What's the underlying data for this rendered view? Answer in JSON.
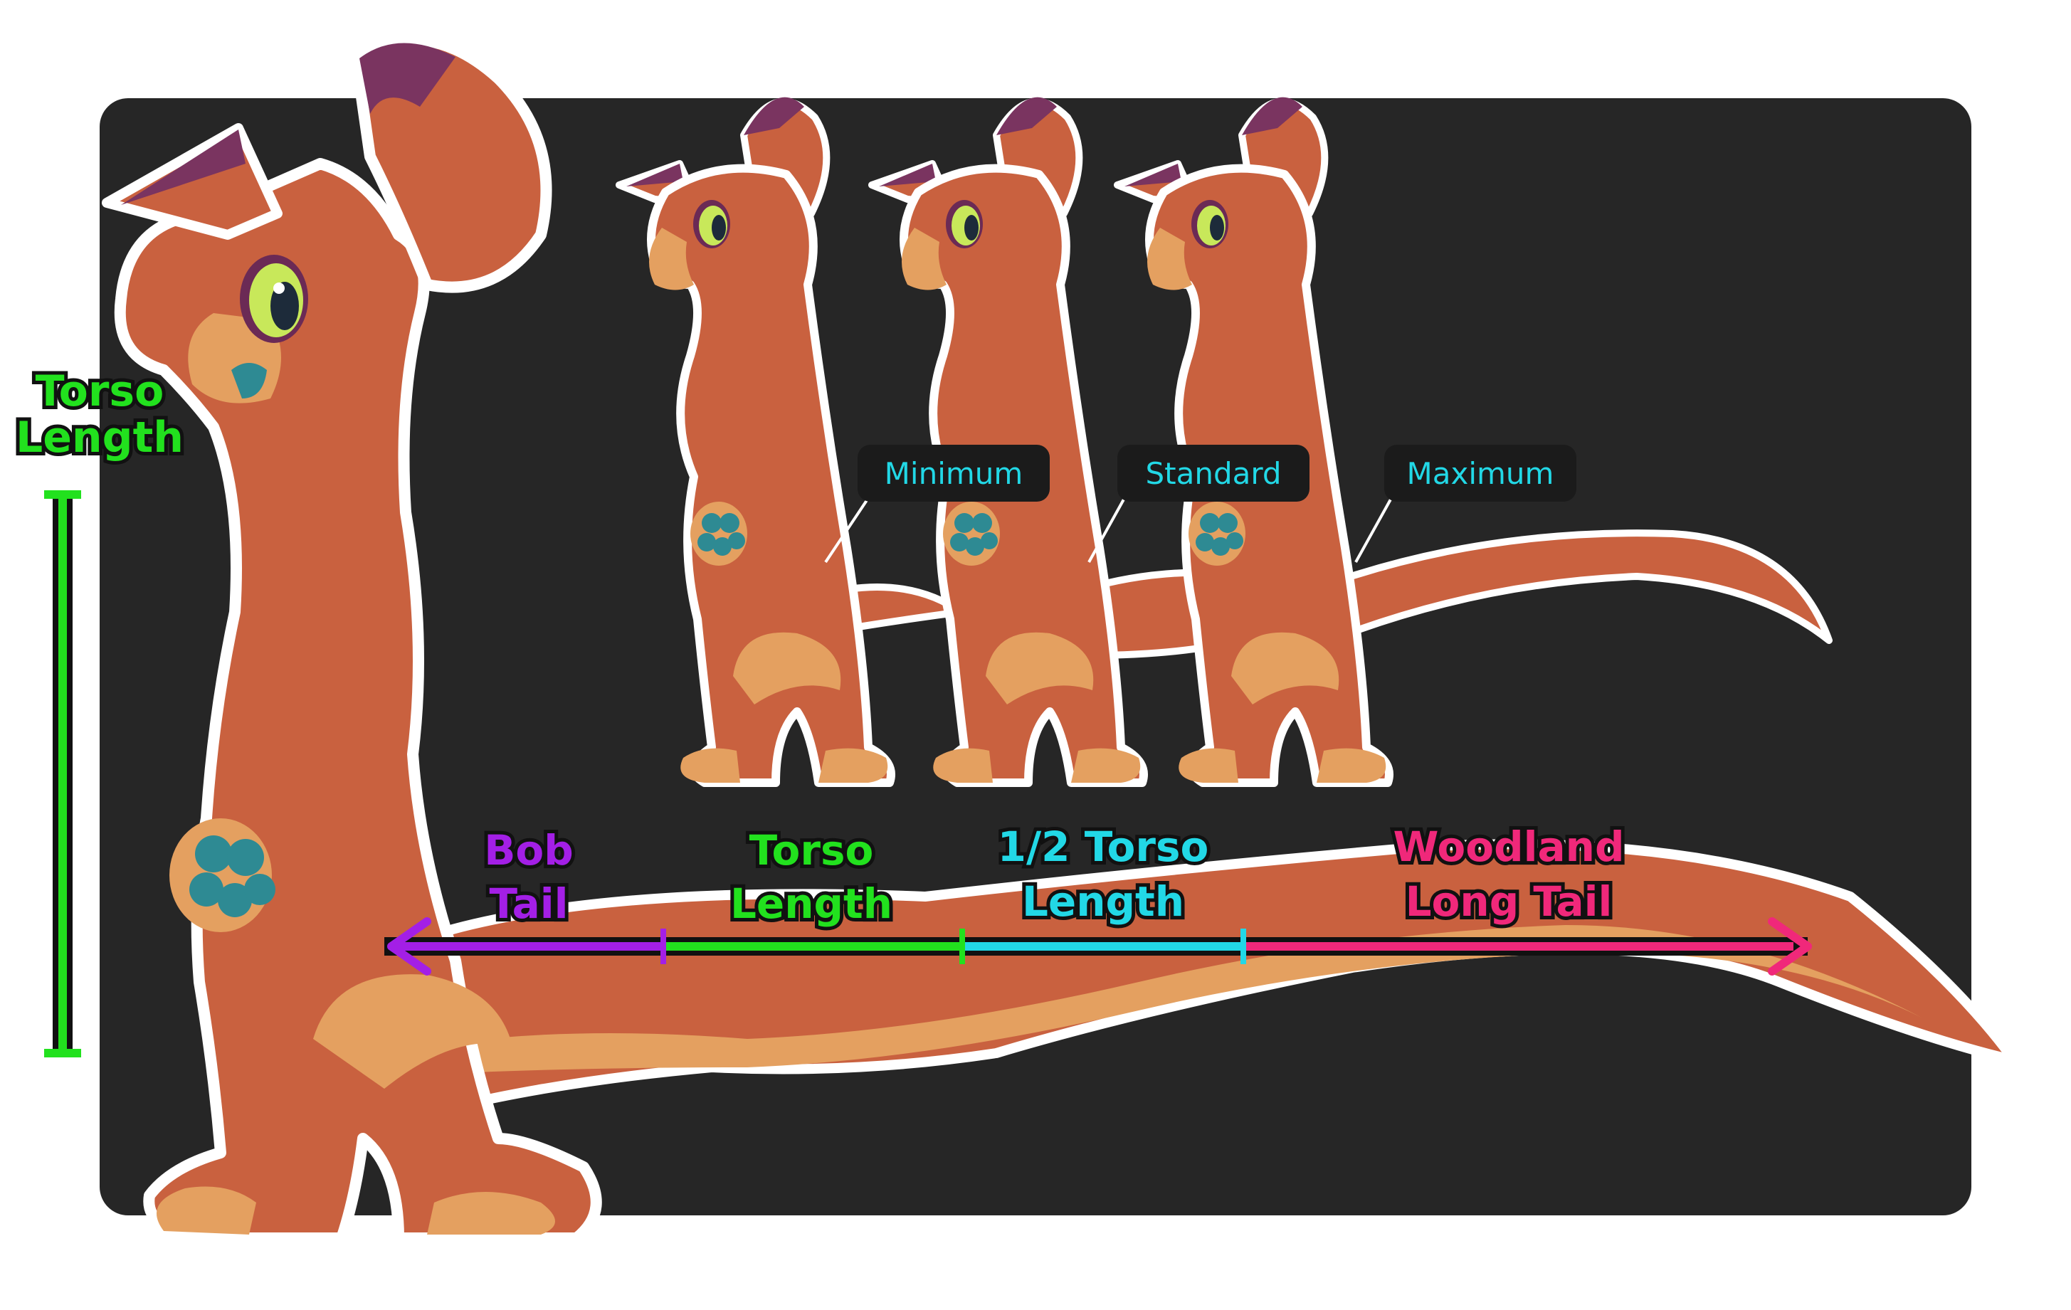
{
  "colors": {
    "panel": "#262626",
    "outline": "#ffffff",
    "body": "#c9613f",
    "belly": "#e4a060",
    "ear_tip": "#7a3460",
    "paw_pad": "#2e8a93",
    "eye": "#c8e85a",
    "green": "#22e11e",
    "purple": "#a31fe6",
    "cyan": "#22d8e6",
    "pink": "#f0287a"
  },
  "torso_label": {
    "line1": "Torso",
    "line2": "Length"
  },
  "callouts": {
    "minimum": "Minimum",
    "standard": "Standard",
    "maximum": "Maximum"
  },
  "tail_scale": [
    {
      "line1": "Bob",
      "line2": "Tail",
      "color": "purple"
    },
    {
      "line1": "Torso",
      "line2": "Length",
      "color": "green"
    },
    {
      "line1": "1/2 Torso",
      "line2": "Length",
      "color": "cyan"
    },
    {
      "line1": "Woodland",
      "line2": "Long Tail",
      "color": "pink"
    }
  ]
}
